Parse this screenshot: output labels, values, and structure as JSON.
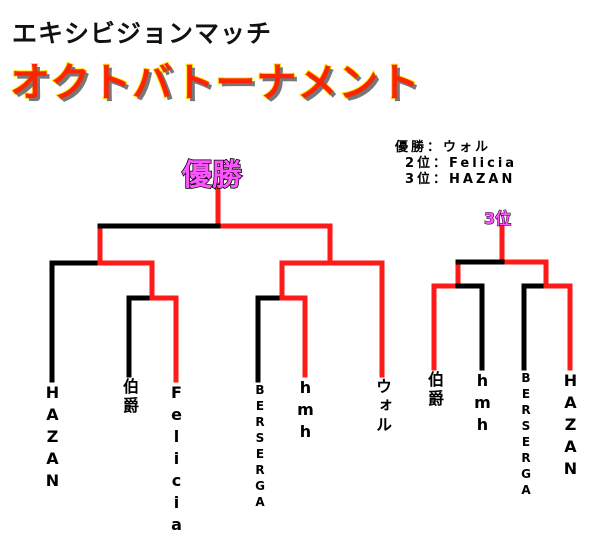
{
  "header": {
    "subtitle": "エキシビジョンマッチ",
    "title": "オクトバトーナメント"
  },
  "results": {
    "first": "優勝：ウォル",
    "second": "2位：Felicia",
    "third": "3位：HAZAN"
  },
  "bracket_main": {
    "winner_label": "優勝",
    "players": [
      "HAZAN",
      "伯爵",
      "Felicia",
      "BERSERGA",
      "hmh",
      "ウォル"
    ]
  },
  "bracket_third": {
    "label": "3位",
    "players": [
      "伯爵",
      "hmh",
      "BERSERGA",
      "HAZAN"
    ]
  },
  "colors": {
    "win_line": "#ff1a1a",
    "lose_line": "#000000",
    "title_fill": "#ff2200",
    "title_outline": "#ffe600",
    "label_pink": "#ff55ff"
  }
}
